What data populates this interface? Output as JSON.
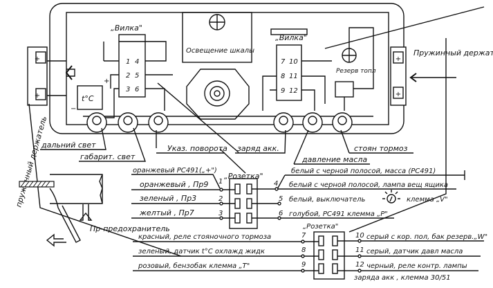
{
  "housing": {
    "left_plug_label": "„Вилка\"",
    "left_plug_pins": [
      "1",
      "4",
      "2",
      "5",
      "3",
      "6"
    ],
    "temp_gauge": "t°C",
    "scale_light": "Освещение шкалы",
    "right_plug_label": "„Вилка\"",
    "right_plug_pins": [
      "7",
      "10",
      "8",
      "11",
      "9",
      "12"
    ],
    "fuel_reserve": "Резерв топл",
    "spring_holder_right": "Пружинный держатель",
    "spring_holder_left": "пружинный держатель"
  },
  "lamp_labels": {
    "high_beam": "дальний свет",
    "parking_light": "габарит. свет",
    "turn_signal": "Указ. поворота",
    "battery_charge": "заряд акк.",
    "oil_pressure": "давление масла",
    "parking_brake": "стоян тормоз"
  },
  "socket1": {
    "label": "„Розетка\"",
    "top_wire": "оранжевый PC491(„+\")",
    "left": [
      {
        "pin": "1",
        "text": "оранжевый , Пр9"
      },
      {
        "pin": "2",
        "text": "зеленый ,  Пр3"
      },
      {
        "pin": "3",
        "text": "желтый ,  Пр7"
      }
    ],
    "right": [
      {
        "pin": "4",
        "text": "белый с черной полосой, лампа вещ ящика"
      },
      {
        "pin": "5",
        "text": "белый, выключатель",
        "text2": "клемма „V\""
      },
      {
        "pin": "6",
        "text": "голубой, PC491 клемма „P\""
      }
    ],
    "ground_wire": "белый с черной полосой, масса (PC491)"
  },
  "fuse_label": "Пр-предохранитель",
  "socket2": {
    "label": "„Розетка\"",
    "left": [
      {
        "pin": "7",
        "text": "красный, реле стояночного тормоза"
      },
      {
        "pin": "8",
        "text": "зеленый, датчик t°C охлажд жидк"
      },
      {
        "pin": "9",
        "text": "розовый, бензобак  клемма „Т\""
      }
    ],
    "right": [
      {
        "pin": "10",
        "text": "серый с кор. пол, бак резерв.„W\""
      },
      {
        "pin": "11",
        "text": "серый, датчик давл масла"
      },
      {
        "pin": "12",
        "text": "черный, реле контр. лампы",
        "text2": "заряда акк , клемма 30/51"
      }
    ]
  }
}
